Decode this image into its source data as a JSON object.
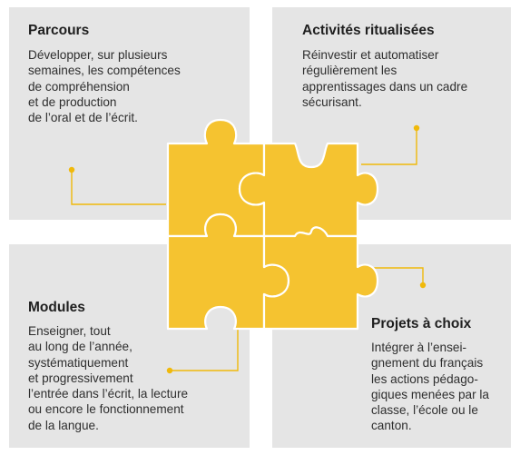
{
  "cards": {
    "parcours": {
      "title": "Parcours",
      "text": "Développer, sur plusieurs\nsemaines, les compétences\nde compréhension\net de production\nde l’oral et de l’écrit."
    },
    "activites": {
      "title": "Activités ritualisées",
      "text": "Réinvestir et automatiser\nrégulièrement les\napprentissages dans un cadre\nsécurisant."
    },
    "modules": {
      "title": "Modules",
      "text": "Enseigner, tout\nau long de l’année,\nsystématiquement\net progressivement\nl’entrée dans l’écrit, la lecture\nou encore le fonctionnement\nde la langue."
    },
    "projets": {
      "title": "Projets à choix",
      "text": "Intégrer à l’ensei-\ngnement du français\nles actions pédago-\ngiques menées par la\nclasse, l’école ou le\ncanton."
    }
  },
  "colors": {
    "panel": "#e5e5e5",
    "puzzle_fill": "#f5c330",
    "puzzle_stroke": "#ffffff",
    "connector": "#f0b90b"
  }
}
